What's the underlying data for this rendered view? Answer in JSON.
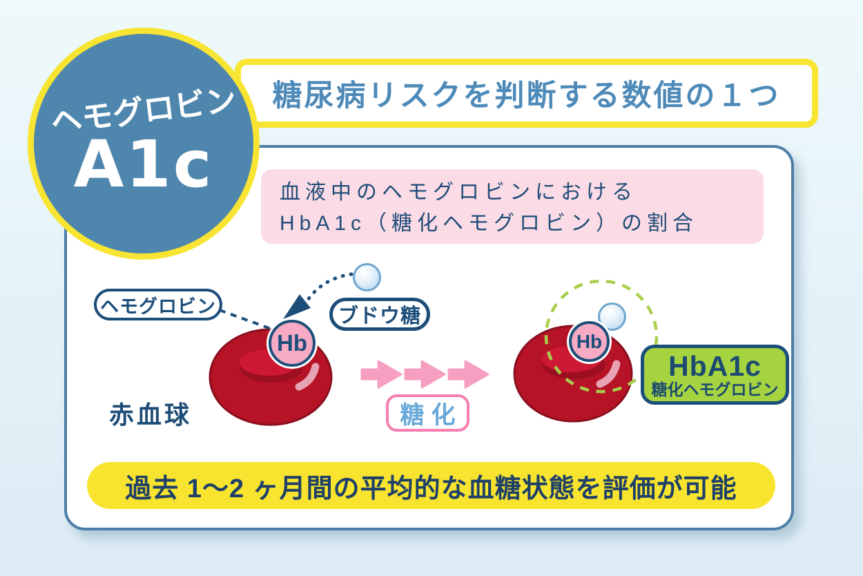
{
  "badge": {
    "top_text": "ヘモグロビン",
    "main_text": "A1c"
  },
  "title_banner": {
    "text": "糖尿病リスクを判断する数値の１つ"
  },
  "definition_banner": {
    "line1": "血液中のヘモグロビンにおける",
    "line2": "HbA1c（糖化ヘモグロビン）の割合"
  },
  "diagram": {
    "hemoglobin_label": "ヘモグロビン",
    "glucose_label": "ブドウ糖",
    "hb_marker": "Hb",
    "red_cell_caption": "赤血球",
    "process_label": "糖化",
    "result_box": {
      "title": "HbA1c",
      "subtitle": "糖化ヘモグロビン"
    }
  },
  "footer_banner": {
    "text": "過去 1〜2 ヶ月間の平均的な血糖状態を評価が可能"
  },
  "colors": {
    "accent_yellow": "#f8e433",
    "badge_blue": "#4e86ad",
    "title_text_blue": "#4e8ab8",
    "navy": "#1d4e79",
    "card_border_blue": "#4d7ea7",
    "definition_pink_bg": "#fbdbe6",
    "glycation_arrow_pink": "#f79fc0",
    "glycation_border_pink": "#f77fb0",
    "glycation_text_blue": "#68a8d8",
    "result_green": "#a6d441",
    "dashed_circle_green": "#a9cf4b",
    "red_cell": "#b71327",
    "hb_pink": "#f6aac4",
    "footer_yellow": "#f8e42e"
  }
}
